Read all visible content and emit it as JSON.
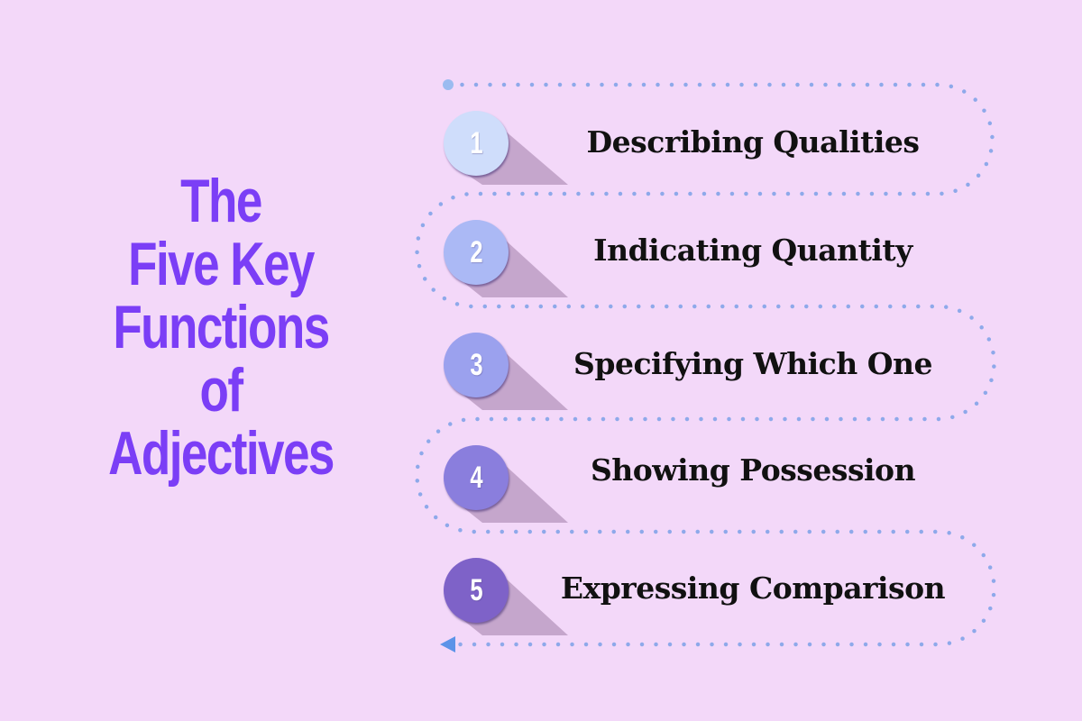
{
  "title": {
    "lines": [
      "The",
      "Five Key",
      "Functions",
      "of",
      "Adjectives"
    ],
    "color": "#7B3EF6"
  },
  "background_color": "#F3D8F9",
  "path": {
    "dot_color": "#8EA9EA",
    "start_marker": "circle-dot",
    "end_marker": "left-arrow",
    "arrow_color": "#5C93E8"
  },
  "steps": [
    {
      "number": "1",
      "label": "Describing Qualities",
      "circle_color": "#CFDDFB"
    },
    {
      "number": "2",
      "label": "Indicating Quantity",
      "circle_color": "#ABB9F5"
    },
    {
      "number": "3",
      "label": "Specifying Which One",
      "circle_color": "#9BA1EE"
    },
    {
      "number": "4",
      "label": "Showing Possession",
      "circle_color": "#8A7EDD"
    },
    {
      "number": "5",
      "label": "Expressing Comparison",
      "circle_color": "#7E62C8"
    }
  ],
  "shadow_color": "#C5A6CC"
}
